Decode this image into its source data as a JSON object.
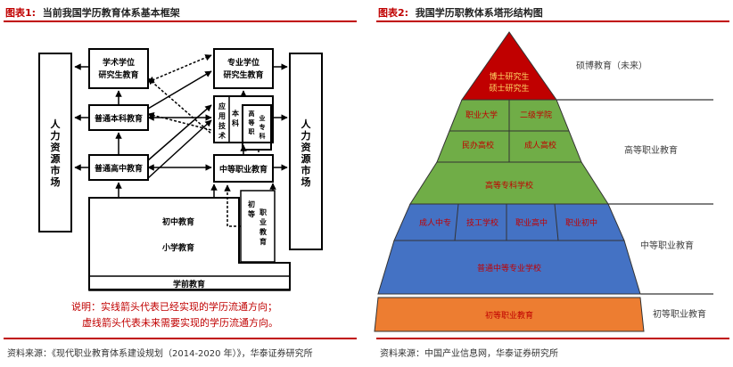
{
  "left": {
    "figure_label": "图表1:",
    "title": "当前我国学历教育体系基本框架",
    "labour_market": [
      "人",
      "力",
      "资",
      "源",
      "市",
      "场"
    ],
    "academic_grad": [
      "学术学位",
      "研究生教育"
    ],
    "prof_grad": [
      "专业学位",
      "研究生教育"
    ],
    "undergrad": "普通本科教育",
    "applied_tech": [
      "应",
      "用",
      "技",
      "术"
    ],
    "ben_ke": [
      "本",
      "科"
    ],
    "higher_voc": [
      "高",
      "等",
      "职",
      "业",
      "专",
      "科"
    ],
    "high_school": "普通高中教育",
    "sec_voc": "中等职业教育",
    "primary_voc": [
      "初",
      "等",
      "职",
      "业",
      "教",
      "育"
    ],
    "junior_high": "初中教育",
    "primary": "小学教育",
    "preschool": "学前教育",
    "note_line1": "说明：实线箭头代表已经实现的学历流通方向；",
    "note_line2": "虚线箭头代表未来需要实现的学历流通方向。",
    "source": "资料来源：《现代职业教育体系建设规划（2014-2020 年）》，华泰证券研究所"
  },
  "right": {
    "figure_label": "图表2:",
    "title": "我国学历职教体系塔形结构图",
    "tier1": [
      "博士研究生",
      "硕士研究生"
    ],
    "tier2": [
      "职业大学",
      "二级学院",
      "民办高校",
      "成人高校"
    ],
    "tier3": "高等专科学校",
    "tier4": [
      "成人中专",
      "技工学校",
      "职业高中",
      "职业初中"
    ],
    "tier5": "普通中等专业学校",
    "tier6": "初等职业教育",
    "right_labels": [
      "硕博教育（未来）",
      "高等职业教育",
      "中等职业教育",
      "初等职业教育"
    ],
    "source": "资料来源：中国产业信息网，华泰证券研究所",
    "colors": {
      "red": "#c00000",
      "green": "#70ad47",
      "blue": "#4472c4",
      "orange": "#ed7d31",
      "grey": "#404040",
      "bg": "#ffffff"
    }
  }
}
